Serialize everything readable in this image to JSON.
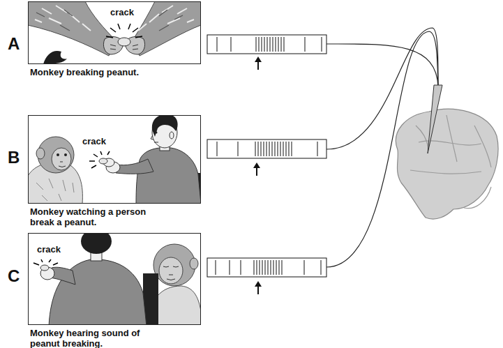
{
  "diagram": {
    "nodes": [
      {
        "text": [
          "crack",
          "Monkey breaking peanut."
        ]
      },
      {
        "text": [
          "crack",
          "Monkey watching a person break a peanut."
        ]
      },
      {
        "text": [
          "crack",
          "Monkey hearing sound of peanut breaking."
        ]
      }
    ],
    "labels": [
      "A",
      "B",
      "C"
    ]
  }
}
